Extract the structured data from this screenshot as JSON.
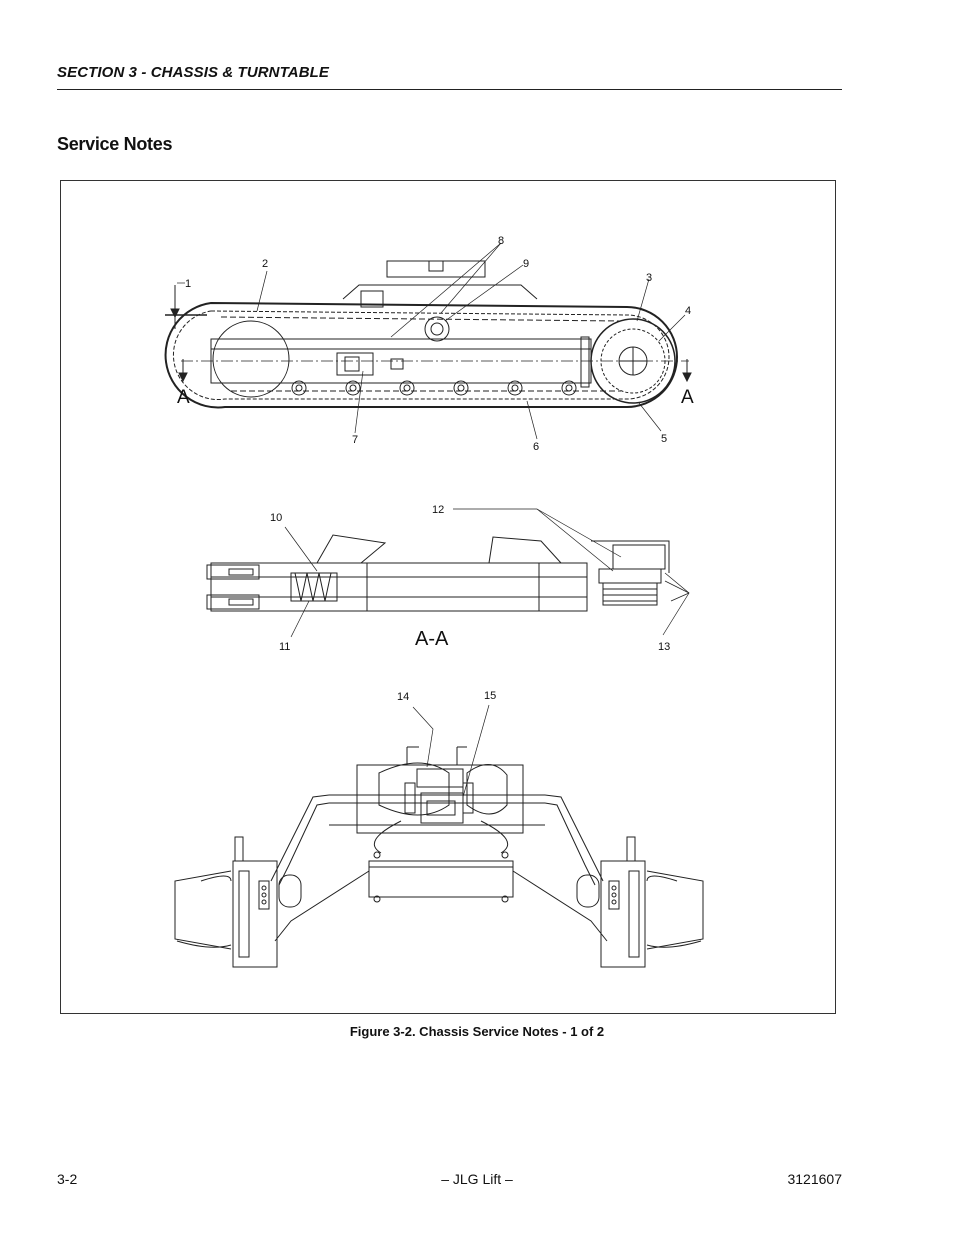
{
  "header": {
    "section_title": "SECTION 3 - CHASSIS & TURNTABLE"
  },
  "heading": {
    "title": "Service Notes"
  },
  "figure": {
    "caption": "Figure 3-2.  Chassis Service Notes - 1 of 2",
    "callouts": [
      "1",
      "2",
      "3",
      "4",
      "5",
      "6",
      "7",
      "8",
      "9",
      "10",
      "11",
      "12",
      "13",
      "14",
      "15"
    ],
    "section_marks": {
      "left": "A",
      "right": "A"
    },
    "view_label": "A-A"
  },
  "footer": {
    "page_number": "3-2",
    "center": "– JLG Lift –",
    "doc_number": "3121607"
  }
}
